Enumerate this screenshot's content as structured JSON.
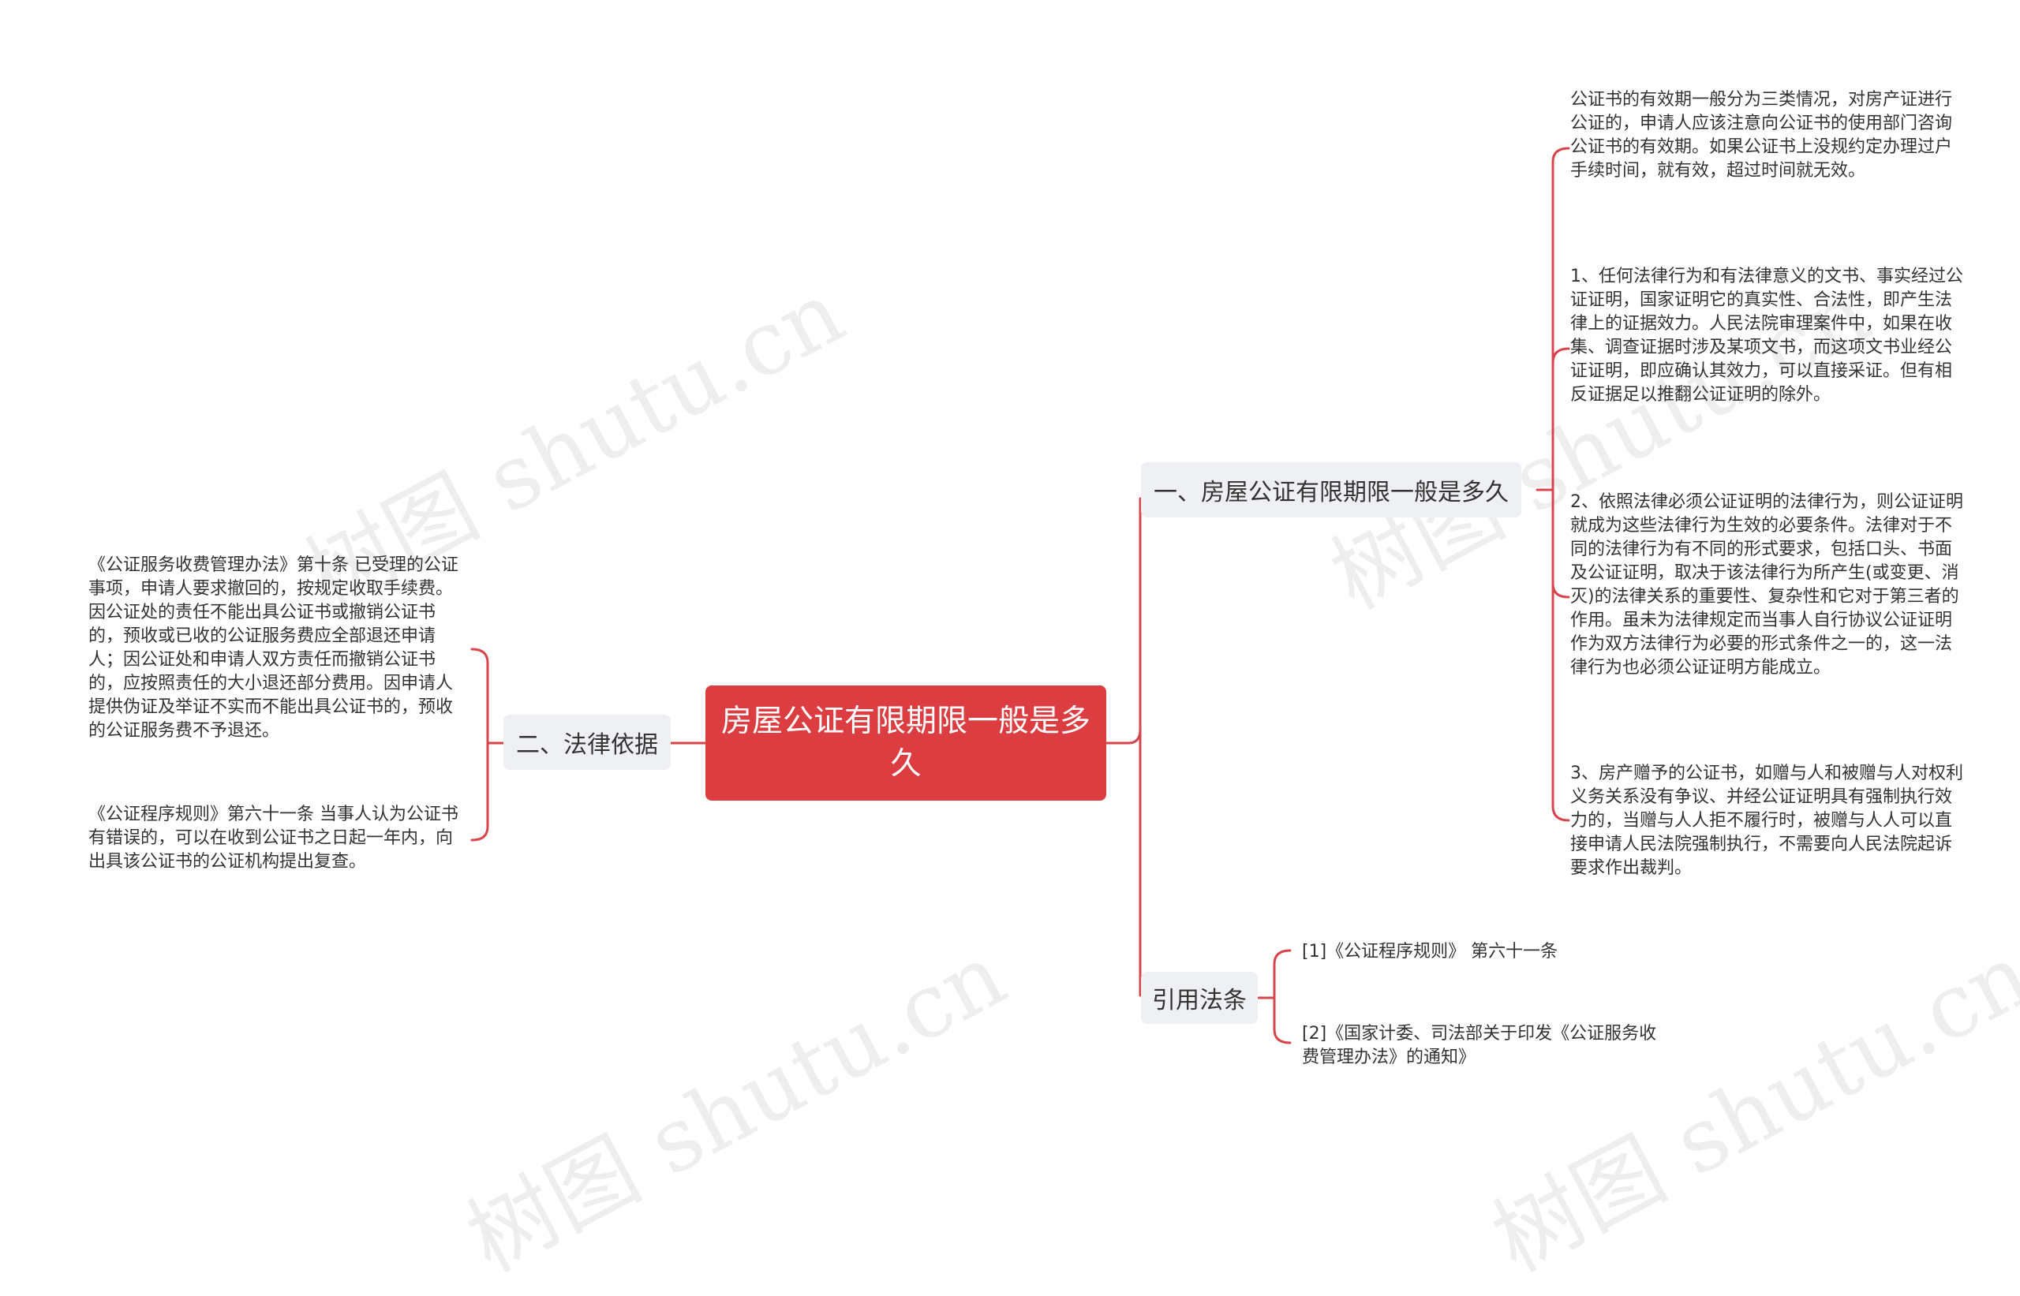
{
  "root": {
    "title": "房屋公证有限期限一般是多久"
  },
  "watermark": "树图 shutu.cn",
  "colors": {
    "accent": "#db3d41",
    "node_bg": "#eef0f3",
    "edge": "#d7444b"
  },
  "branches": {
    "b1": {
      "title": "一、房屋公证有限期限一般是多久",
      "leaves": [
        "公证书的有效期一般分为三类情况，对房产证进行公证的，申请人应该注意向公证书的使用部门咨询公证书的有效期。如果公证书上没规约定办理过户手续时间，就有效，超过时间就无效。",
        "1、任何法律行为和有法律意义的文书、事实经过公证证明，国家证明它的真实性、合法性，即产生法律上的证据效力。人民法院审理案件中，如果在收集、调查证据时涉及某项文书，而这项文书业经公证证明，即应确认其效力，可以直接采证。但有相反证据足以推翻公证证明的除外。",
        "2、依照法律必须公证证明的法律行为，则公证证明就成为这些法律行为生效的必要条件。法律对于不同的法律行为有不同的形式要求，包括口头、书面及公证证明，取决于该法律行为所产生(或变更、消灭)的法律关系的重要性、复杂性和它对于第三者的作用。虽未为法律规定而当事人自行协议公证证明作为双方法律行为必要的形式条件之一的，这一法律行为也必须公证证明方能成立。",
        "3、房产赠予的公证书，如赠与人和被赠与人对权利义务关系没有争议、并经公证证明具有强制执行效力的，当赠与人人拒不履行时，被赠与人人可以直接申请人民法院强制执行，不需要向人民法院起诉要求作出裁判。"
      ]
    },
    "b2": {
      "title": "引用法条",
      "leaves": [
        "[1]《公证程序规则》 第六十一条",
        "[2]《国家计委、司法部关于印发《公证服务收费管理办法》的通知》"
      ]
    },
    "b3": {
      "title": "二、法律依据",
      "leaves": [
        "《公证服务收费管理办法》第十条 已受理的公证事项，申请人要求撤回的，按规定收取手续费。因公证处的责任不能出具公证书或撤销公证书的，预收或已收的公证服务费应全部退还申请人；因公证处和申请人双方责任而撤销公证书的，应按照责任的大小退还部分费用。因申请人提供伪证及举证不实而不能出具公证书的，预收的公证服务费不予退还。",
        "《公证程序规则》第六十一条 当事人认为公证书有错误的，可以在收到公证书之日起一年内，向出具该公证书的公证机构提出复查。"
      ]
    }
  }
}
